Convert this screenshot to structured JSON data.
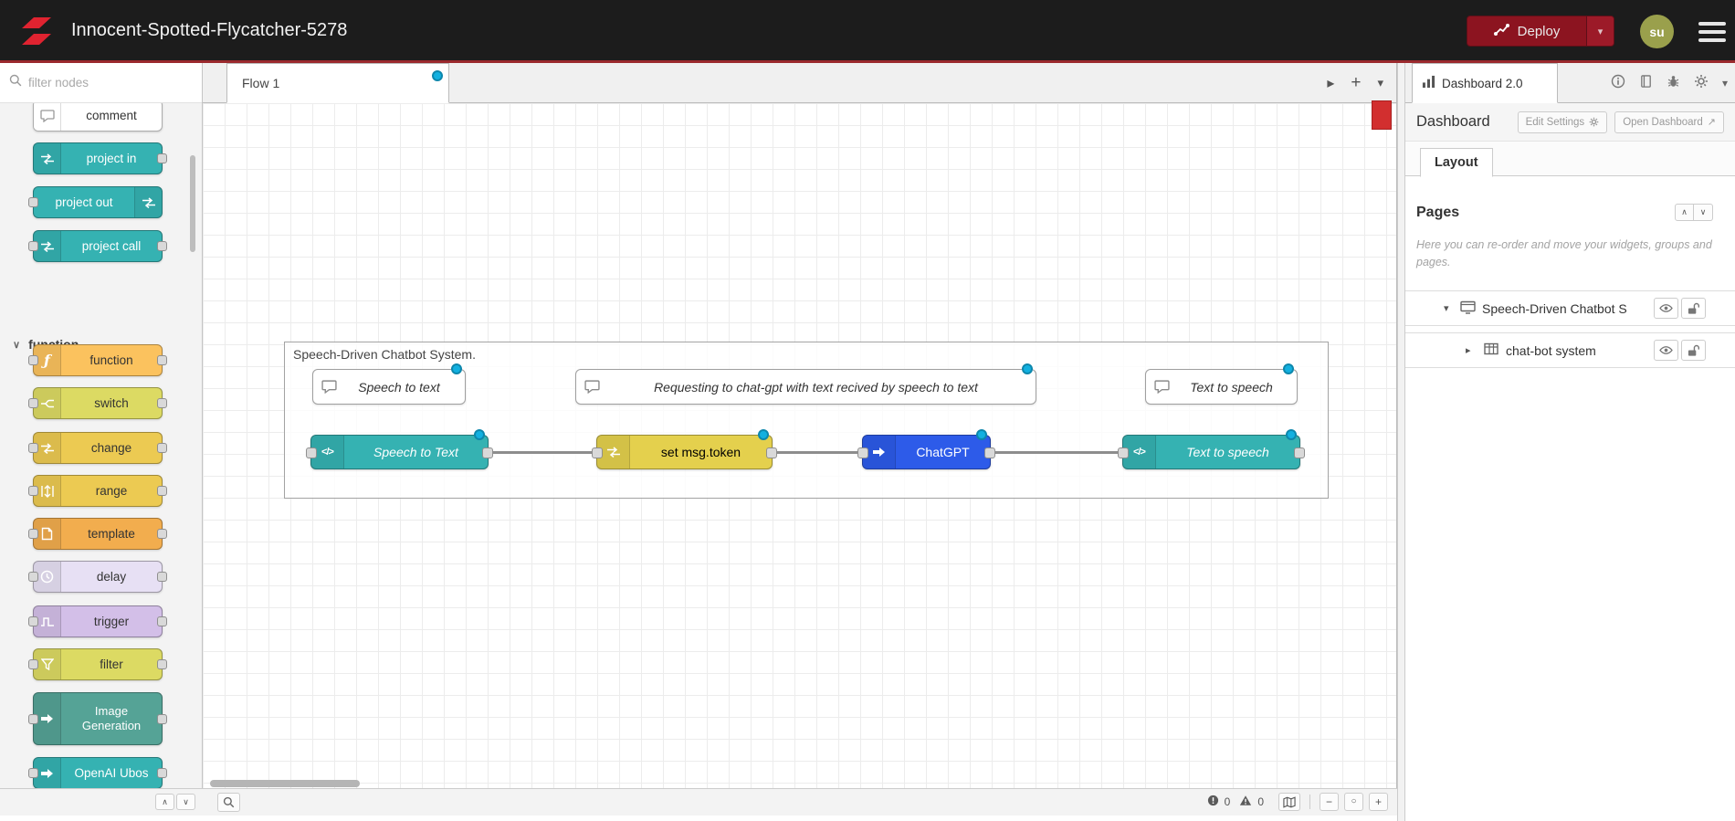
{
  "colors": {
    "header_bg": "#1c1c1c",
    "accent_red": "#9b2a2e",
    "deploy_red": "#8c1420",
    "changed_dot_blue": "#12b0e0",
    "teal_node": "#35b2b2",
    "yellow_node": "#e4d04d",
    "blue_node": "#2d5be9",
    "orange_node": "#fbc25e",
    "green_node": "#55a396"
  },
  "header": {
    "title": "Innocent-Spotted-Flycatcher-5278",
    "deploy_label": "Deploy",
    "user_initials": "su"
  },
  "palette": {
    "filter_placeholder": "filter nodes",
    "category_function": "function",
    "nodes": {
      "comment": "comment",
      "project_in": "project in",
      "project_out": "project out",
      "project_call": "project call",
      "function": "function",
      "switch": "switch",
      "change": "change",
      "range": "range",
      "template": "template",
      "delay": "delay",
      "trigger": "trigger",
      "filter": "filter",
      "image_generation": "Image Generation",
      "openai_ubos": "OpenAI Ubos"
    }
  },
  "workspace": {
    "tab_label": "Flow 1",
    "group_label": "Speech-Driven Chatbot System.",
    "comments": {
      "speech_to_text": "Speech to text",
      "request": "Requesting to chat-gpt with text recived by speech to text",
      "text_to_speech": "Text to speech"
    },
    "nodes": {
      "speech_to_text": "Speech to Text",
      "set_token": "set msg.token",
      "chatgpt": "ChatGPT",
      "text_to_speech": "Text to speech"
    },
    "footer": {
      "error_count": "0",
      "warning_count": "0"
    }
  },
  "sidebar": {
    "tab_dashboard": "Dashboard 2.0",
    "panel_title": "Dashboard",
    "edit_settings_label": "Edit Settings",
    "open_dashboard_label": "Open Dashboard",
    "layout_tab": "Layout",
    "pages_title": "Pages",
    "pages_help": "Here you can re-order and move your widgets, groups and pages.",
    "tree": {
      "page_label": "Speech-Driven Chatbot S",
      "group_label": "chat-bot system"
    }
  },
  "icons": {
    "zoom_out": "−",
    "zoom_reset": "○",
    "zoom_in": "+",
    "plus": "+",
    "chevron_up": "∧",
    "chevron_down": "∨",
    "caret_down": "▾",
    "caret_right": "▸",
    "external_link": "↗",
    "code": "</>",
    "function_glyph": "ƒ"
  }
}
